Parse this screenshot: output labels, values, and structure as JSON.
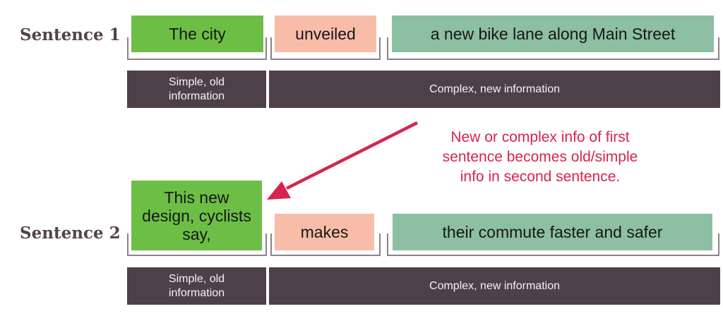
{
  "palette": {
    "subject_green": "#6dbe45",
    "verb_salmon": "#f8bda9",
    "object_sage": "#8dbfa2",
    "info_bar_dark": "#4e4049",
    "heading_plum": "#53424d",
    "annotation_red": "#d8234f",
    "bracket_gray": "#8b8189"
  },
  "sentence1": {
    "heading": "Sentence 1",
    "subject": "The city",
    "verb": "unveiled",
    "object": "a new bike lane along Main Street",
    "simple_label": "Simple, old\ninformation",
    "complex_label": "Complex, new information"
  },
  "sentence2": {
    "heading": "Sentence 2",
    "subject": "This new\ndesign, cyclists\nsay,",
    "verb": "makes",
    "object": "their commute faster and safer",
    "simple_label": "Simple, old\ninformation",
    "complex_label": "Complex, new information"
  },
  "annotation": {
    "text": "New or complex info of first\nsentence becomes old/simple\ninfo in second sentence."
  }
}
